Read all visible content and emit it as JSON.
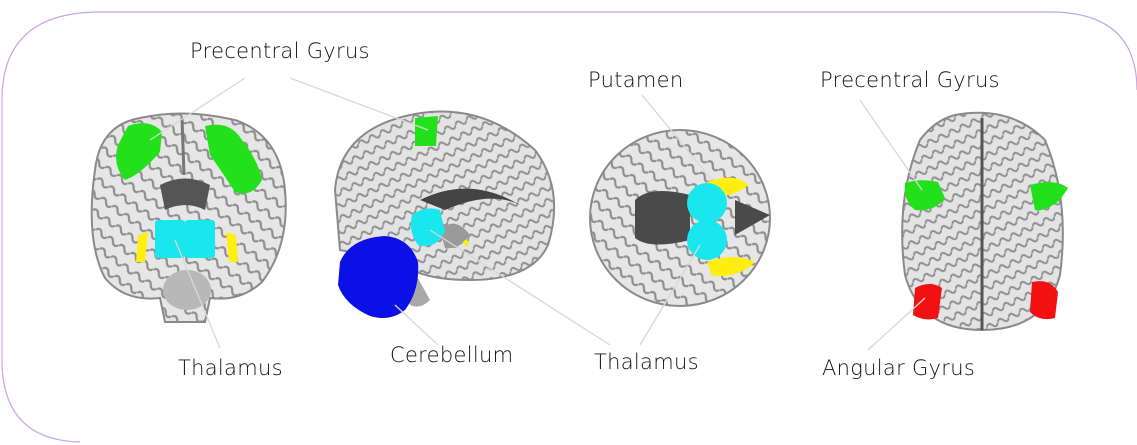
{
  "labels": {
    "precentral_gyrus_left": "Precentral Gyrus",
    "precentral_gyrus_right": "Precentral Gyrus",
    "putamen": "Putamen",
    "thalamus_coronal": "Thalamus",
    "cerebellum": "Cerebellum",
    "thalamus_axial": "Thalamus",
    "angular_gyrus": "Angular Gyrus"
  },
  "colors": {
    "precentral_gyrus": "#22e01a",
    "thalamus": "#1ae6ee",
    "putamen": "#ffee10",
    "cerebellum": "#0a10e6",
    "angular_gyrus": "#f21010",
    "frame": "#c9a6e0",
    "brain_tissue": "#9a9a9a",
    "white_matter": "#e4e4e4",
    "leader_line": "#d8d8d8"
  }
}
